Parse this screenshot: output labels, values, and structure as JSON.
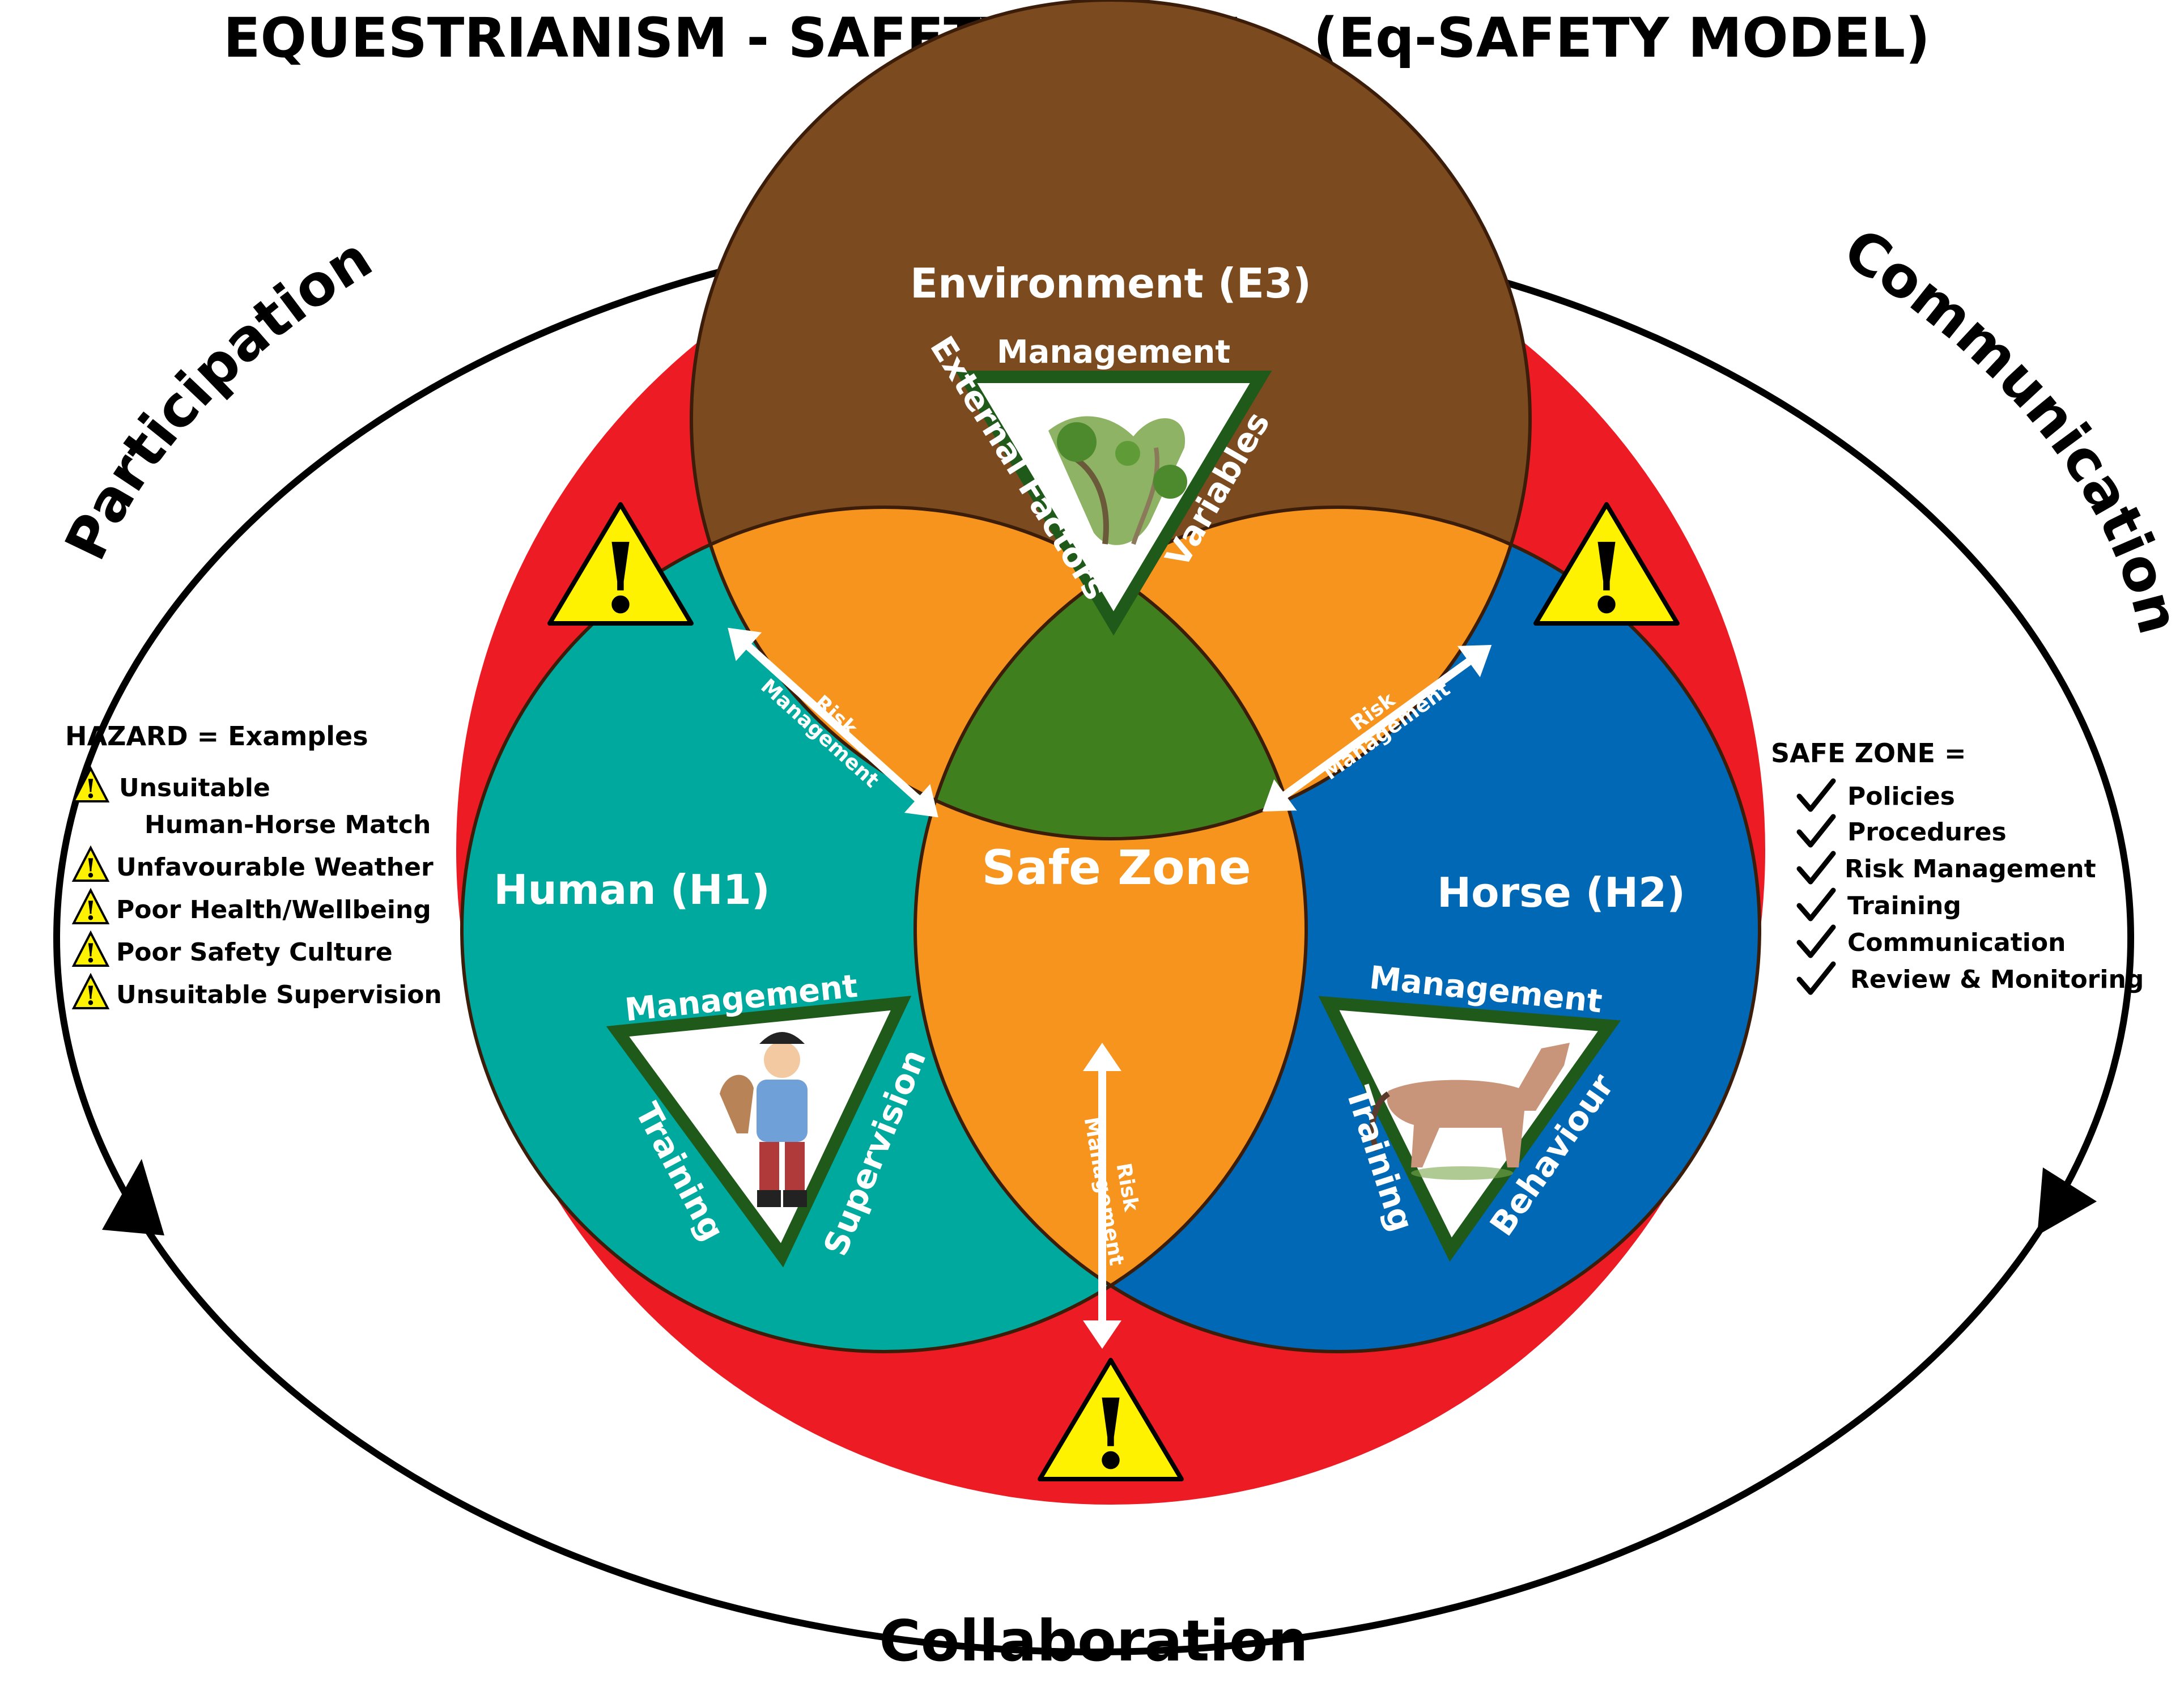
{
  "title": "EQUESTRIANISM - SAFETY MODEL   (Eq-SAFETY MODEL)",
  "cycle": {
    "top_left": "Participation",
    "top_right": "Communication",
    "bottom": "Collaboration"
  },
  "circles": {
    "environment": {
      "label": "Environment (E3)",
      "management": "Management",
      "left_side": "External Factors",
      "right_side": "Variables",
      "color": "#7b4a1e"
    },
    "human": {
      "label": "Human (H1)",
      "management": "Management",
      "left_side": "Training",
      "right_side": "Supervision",
      "color": "#00a99d"
    },
    "horse": {
      "label": "Horse (H2)",
      "management": "Management",
      "left_side": "Training",
      "right_side": "Behaviour",
      "color": "#0068b5"
    }
  },
  "overlaps": {
    "risk_label_1": "Risk",
    "risk_label_2": "Management",
    "color": "#f7941d"
  },
  "safe_zone": {
    "label": "Safe Zone",
    "color": "#3f7f1e"
  },
  "hazard_ring_color": "#ed1c24",
  "hazard_list": {
    "heading": "HAZARD = Examples",
    "items": [
      "Unsuitable",
      "Human-Horse Match",
      "Unfavourable Weather",
      "Poor Health/Wellbeing",
      "Poor Safety Culture",
      "Unsuitable Supervision"
    ]
  },
  "safe_list": {
    "heading": "SAFE ZONE =",
    "items": [
      "Policies",
      "Procedures",
      "Risk Management",
      "Training",
      "Communication",
      "Review & Monitoring"
    ]
  },
  "icons": {
    "warning": "warning-triangle-icon",
    "check": "checkmark-icon",
    "arrow": "double-arrow-icon"
  }
}
